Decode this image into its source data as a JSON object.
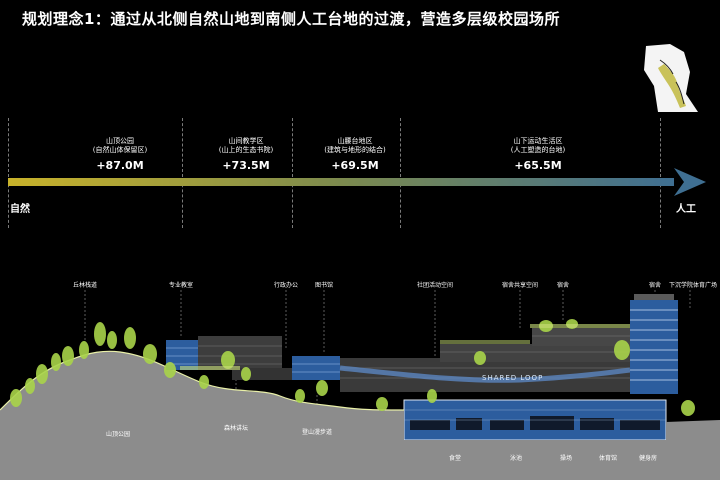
{
  "title": "规划理念1：通过从北侧自然山地到南侧人工台地的过渡，营造多层级校园场所",
  "axis": {
    "start_label": "自然",
    "end_label": "人工"
  },
  "zones": [
    {
      "name": "山顶公园",
      "sub": "(自然山体保留区)",
      "elevation": "+87.0M"
    },
    {
      "name": "山间教学区",
      "sub": "(山上的生态书院)",
      "elevation": "+73.5M"
    },
    {
      "name": "山腰台地区",
      "sub": "(建筑与地形的结合)",
      "elevation": "+69.5M"
    },
    {
      "name": "山下运动生活区",
      "sub": "(人工塑造的台地)",
      "elevation": "+65.5M"
    }
  ],
  "section_labels_top": [
    "丘林栈道",
    "专业教室",
    "行政办公",
    "图书馆",
    "社团活动空间",
    "宿舍共享空间",
    "宿舍",
    "宿舍",
    "下沉学院体育广场"
  ],
  "section_labels_bottom": [
    "山顶公园",
    "森林讲坛",
    "登山漫步道",
    "食堂",
    "泳池",
    "操场",
    "体育馆",
    "健身房"
  ],
  "loop_label": "SHARED LOOP",
  "colors": {
    "gradient_start": "#c8b22a",
    "gradient_end": "#3f6f92",
    "ground": "#8a8a8a",
    "building": "#2c5d9e",
    "tree": "#a9d44a"
  }
}
